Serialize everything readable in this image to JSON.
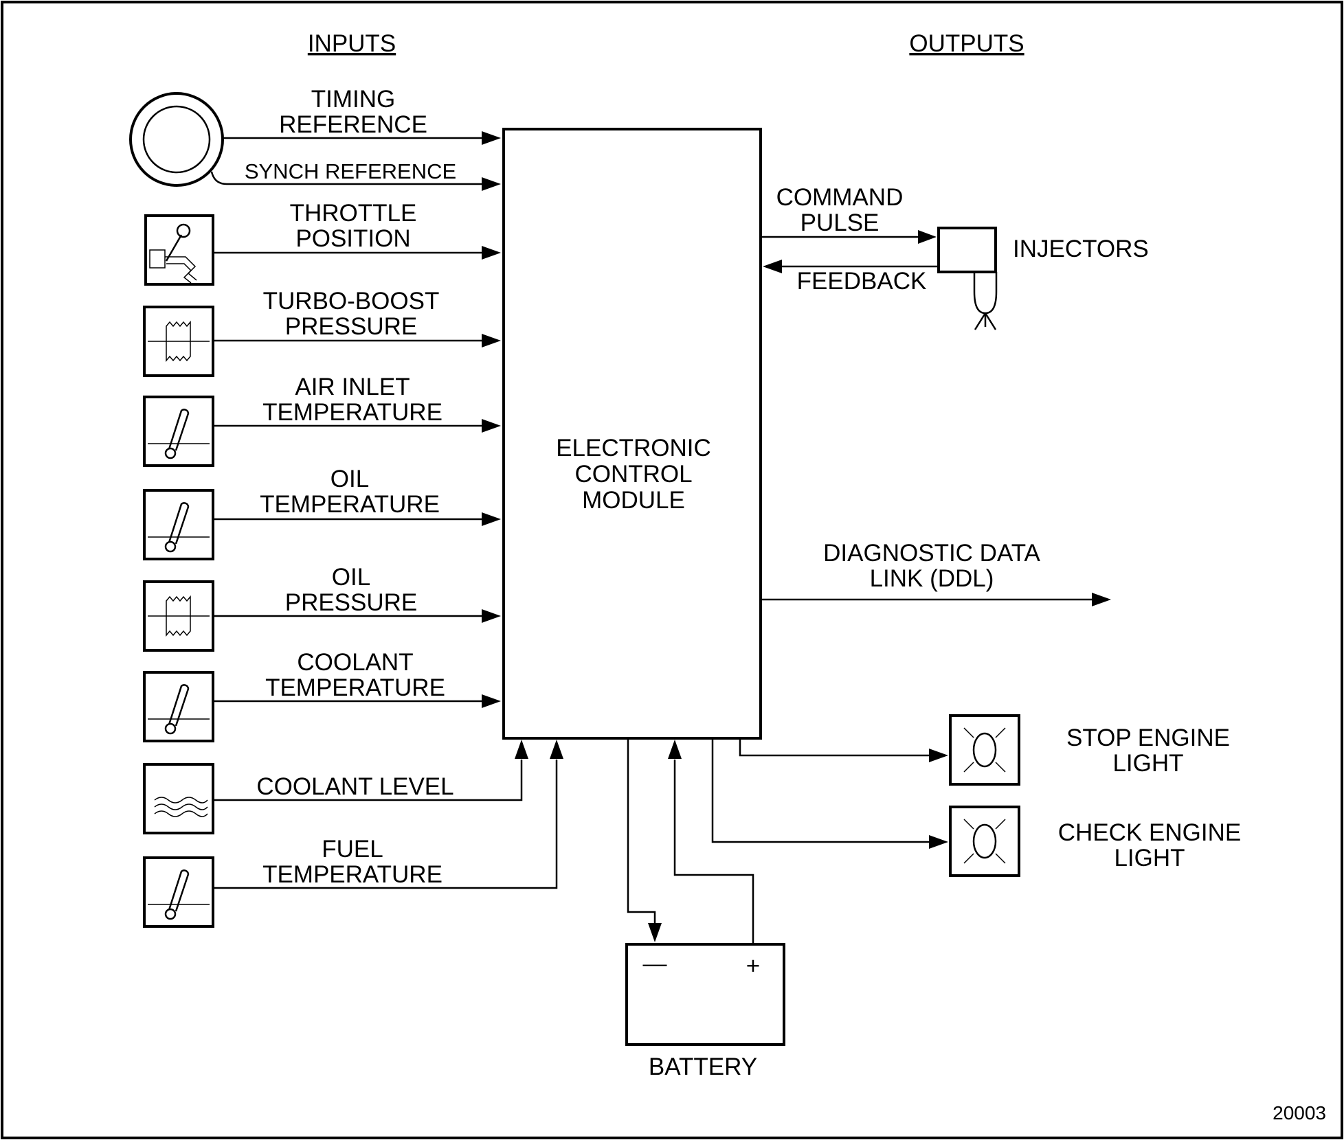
{
  "headings": {
    "inputs": "INPUTS",
    "outputs": "OUTPUTS"
  },
  "ecm": {
    "line1": "ELECTRONIC",
    "line2": "CONTROL",
    "line3": "MODULE"
  },
  "inputs": {
    "timing_reference": [
      "TIMING",
      "REFERENCE"
    ],
    "synch_reference": "SYNCH REFERENCE",
    "throttle_position": [
      "THROTTLE",
      "POSITION"
    ],
    "turbo_boost_pressure": [
      "TURBO-BOOST",
      "PRESSURE"
    ],
    "air_inlet_temperature": [
      "AIR INLET",
      "TEMPERATURE"
    ],
    "oil_temperature": [
      "OIL",
      "TEMPERATURE"
    ],
    "oil_pressure": [
      "OIL",
      "PRESSURE"
    ],
    "coolant_temperature": [
      "COOLANT",
      "TEMPERATURE"
    ],
    "coolant_level": "COOLANT LEVEL",
    "fuel_temperature": [
      "FUEL",
      "TEMPERATURE"
    ]
  },
  "outputs": {
    "command_pulse": [
      "COMMAND",
      "PULSE"
    ],
    "feedback": "FEEDBACK",
    "injectors": "INJECTORS",
    "ddl": [
      "DIAGNOSTIC DATA",
      "LINK (DDL)"
    ],
    "stop_engine_light": [
      "STOP ENGINE",
      "LIGHT"
    ],
    "check_engine_light": [
      "CHECK ENGINE",
      "LIGHT"
    ]
  },
  "battery": {
    "label": "BATTERY",
    "minus": "—",
    "plus": "+"
  },
  "figure_number": "20003",
  "icons": {
    "timing_sensor": "circular-wheel-sensor-icon",
    "throttle": "throttle-lever-icon",
    "pressure": "pressure-sensor-icon",
    "temperature": "thermometer-sensor-icon",
    "level": "fluid-level-icon",
    "lamp": "warning-lamp-icon",
    "injector": "injector-icon"
  }
}
